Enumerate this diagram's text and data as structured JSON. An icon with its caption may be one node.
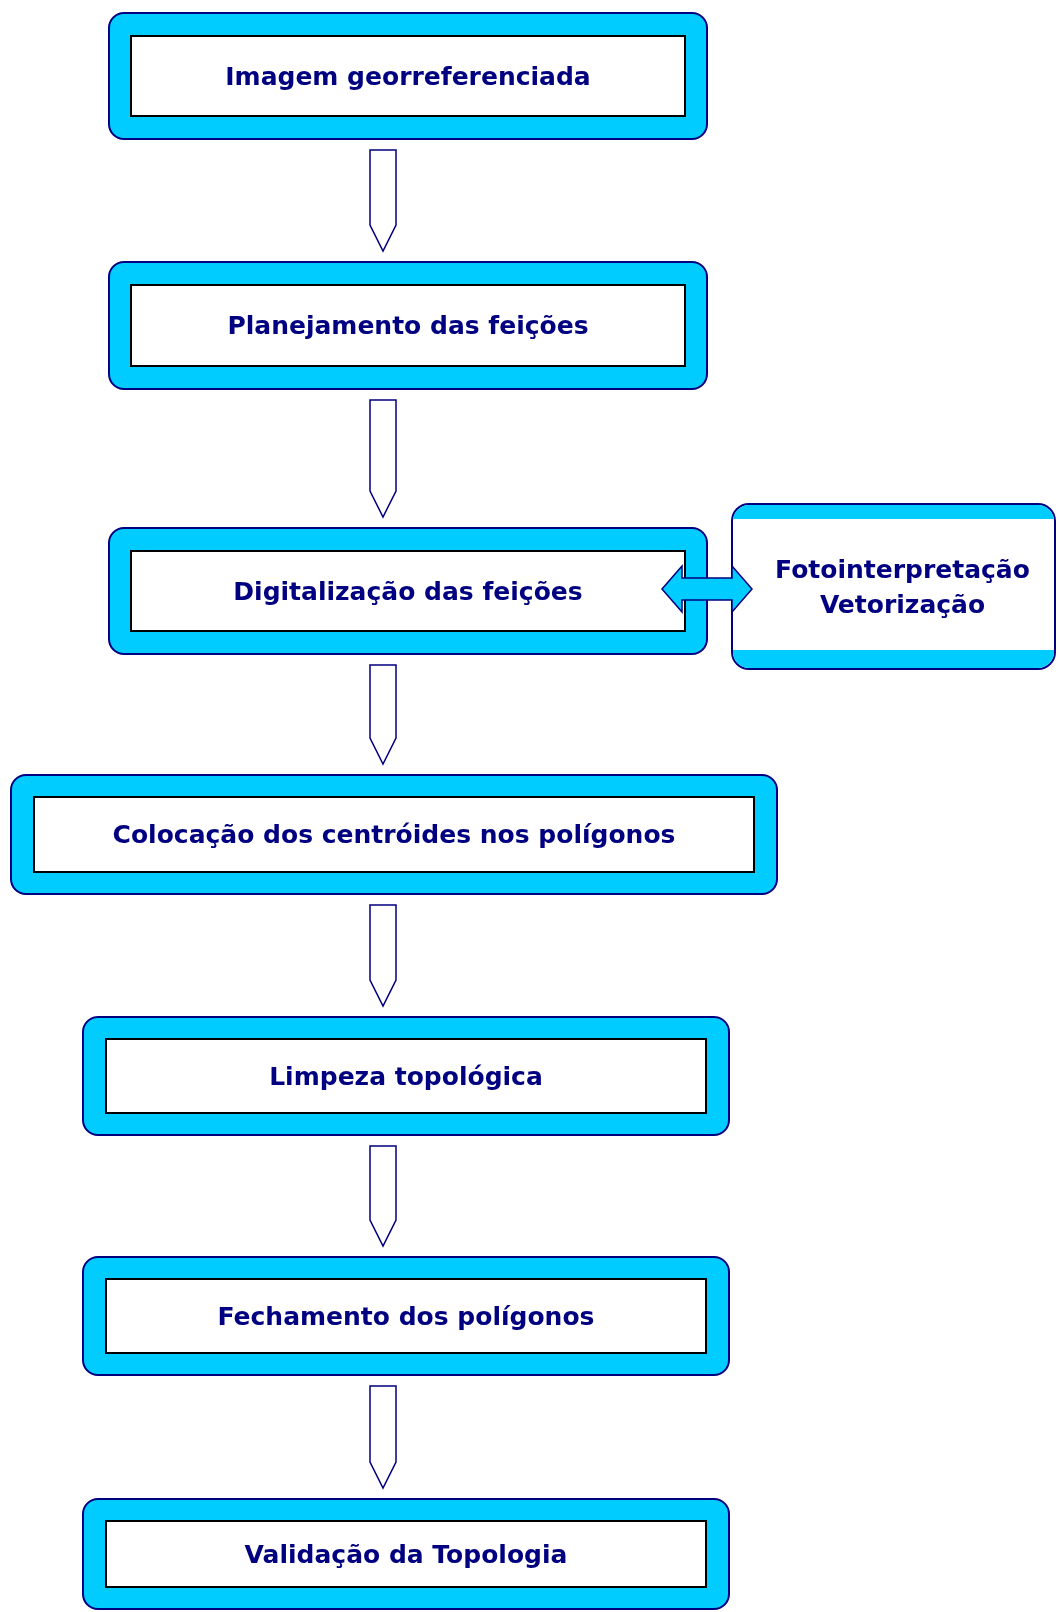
{
  "diagram": {
    "nodes": [
      {
        "text": [
          "Imagem georreferenciada"
        ]
      },
      {
        "text": [
          "Planejamento das feições"
        ]
      },
      {
        "text": [
          "Digitalização das feições"
        ]
      },
      {
        "text": [
          "Fotointerpretação",
          "Vetorização"
        ]
      },
      {
        "text": [
          "Colocação dos centróides nos polígonos"
        ]
      },
      {
        "text": [
          "Limpeza topológica"
        ]
      },
      {
        "text": [
          "Fechamento dos polígonos"
        ]
      },
      {
        "text": [
          "Validação da Topologia"
        ]
      }
    ],
    "edges": [
      {
        "from": 0,
        "to": 1,
        "arrow": "to"
      },
      {
        "from": 1,
        "to": 2,
        "arrow": "to"
      },
      {
        "from": 2,
        "to": 3,
        "arrow": "both",
        "color": "#00ccff"
      },
      {
        "from": 2,
        "to": 4,
        "arrow": "to"
      },
      {
        "from": 4,
        "to": 5,
        "arrow": "to"
      },
      {
        "from": 5,
        "to": 6,
        "arrow": "to"
      },
      {
        "from": 6,
        "to": 7,
        "arrow": "to"
      }
    ]
  }
}
